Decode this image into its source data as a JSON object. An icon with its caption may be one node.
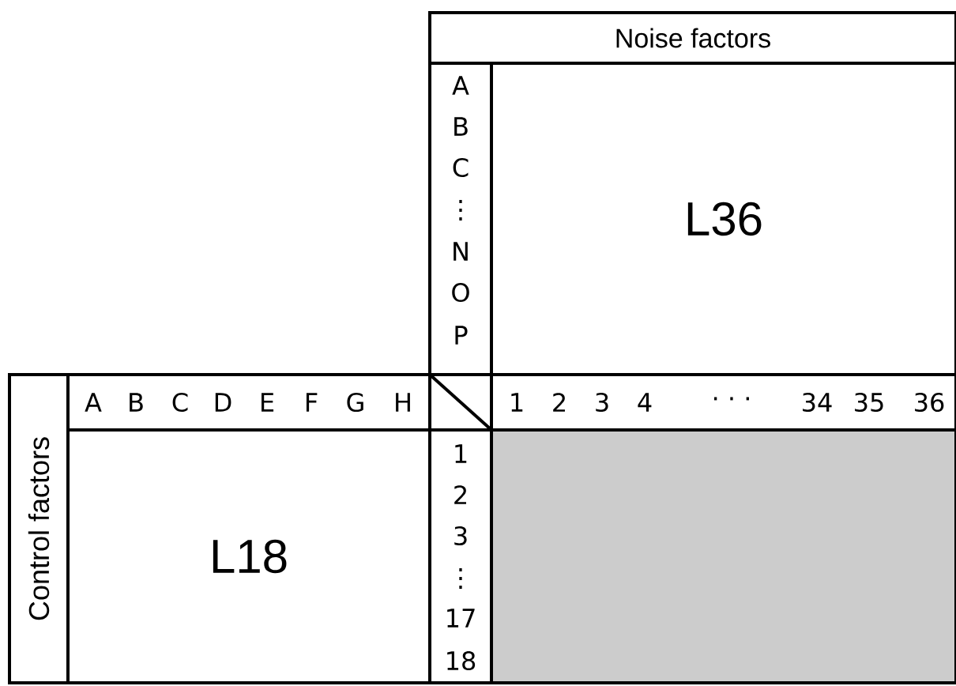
{
  "diagram": {
    "nodes": [
      {
        "text": [
          "Noise factors"
        ]
      },
      {
        "text": [
          "A",
          "B",
          "C",
          "⋮",
          "N",
          "O",
          "P"
        ]
      },
      {
        "text": [
          "L36"
        ]
      },
      {
        "text": [],
        "shape": "box"
      },
      {
        "text": [
          "1",
          "2",
          "3",
          "4",
          "· · ·",
          "34",
          "35",
          "36"
        ]
      },
      {
        "text": [],
        "shape": "box"
      },
      {
        "text": [
          "Control factors"
        ]
      },
      {
        "text": [
          "A",
          "B",
          "C",
          "D",
          "E",
          "F",
          "G",
          "H"
        ]
      },
      {
        "text": [
          "L18"
        ]
      },
      {
        "text": [
          "1",
          "2",
          "3",
          "⋮",
          "17",
          "18"
        ]
      }
    ]
  }
}
